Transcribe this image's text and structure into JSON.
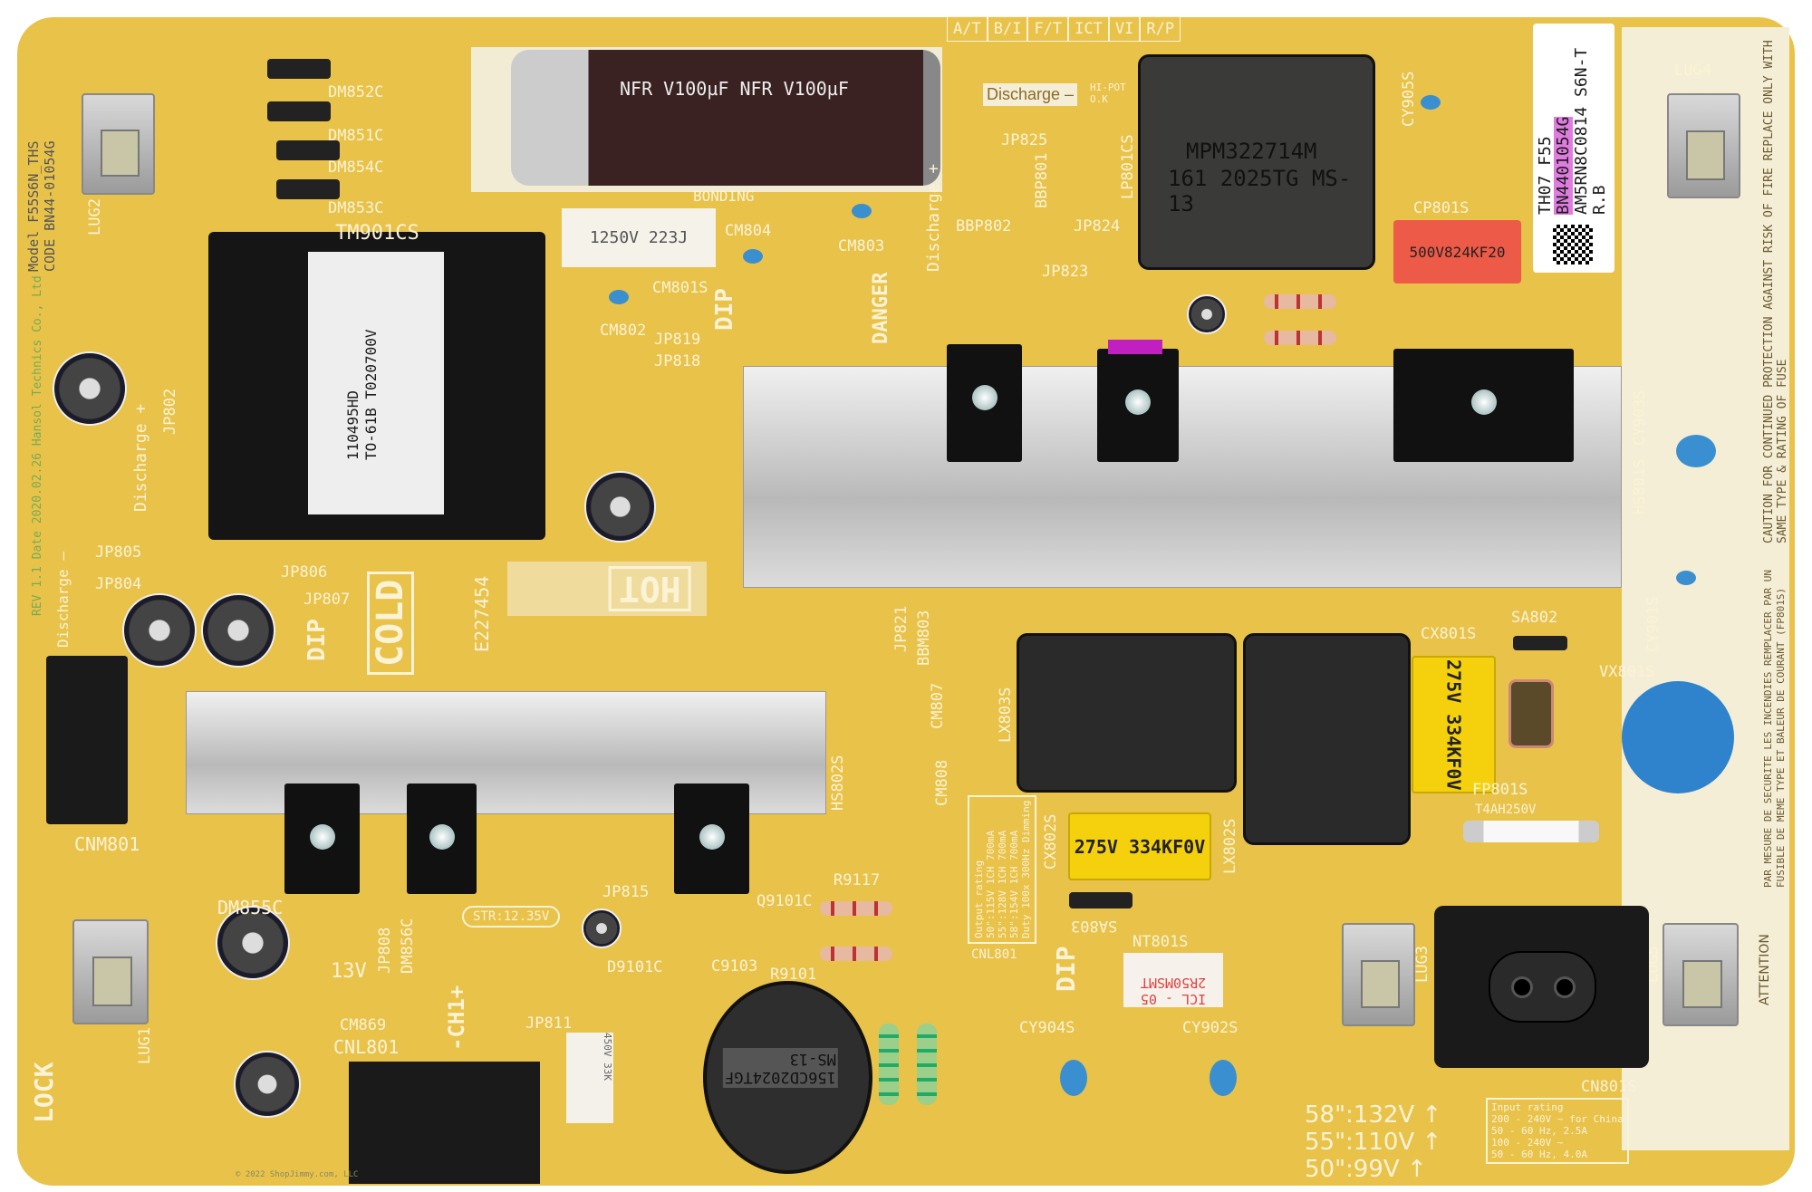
{
  "board": {
    "model_label": "Model",
    "model": "F55S6N_THS",
    "code_label": "CODE",
    "code": "BN44-01054G",
    "rev": "REV 1.1",
    "date": "Date 2020.02.26",
    "maker": "Hansol Technics Co., Ltd"
  },
  "sticker": {
    "line1": "F55",
    "line2": "S6N-T",
    "line3": "TH07",
    "part": "BN4401054G",
    "serial": "AM5RN8C0814",
    "line4": "R.B",
    "part_highlight": "#e07be0"
  },
  "components": {
    "main_cap": [
      "NFR",
      "V100µF",
      "NFR",
      "V100µF"
    ],
    "pfc_inductor": [
      "MPM322714M",
      "161 2025TG MS-13"
    ],
    "transformer": [
      "110495HD",
      "TO-61B T020700V"
    ],
    "output_inductor": [
      "156CD2024TGF",
      "MS-13"
    ],
    "cx801s": "275V 334KF0V",
    "cx802s": "275V 334KF0V",
    "cp801s": "500V824KF20",
    "ntc": [
      "ICL - 05",
      "2R50MSMT"
    ],
    "white_res": "1250V 223J",
    "c9101": "450V 33K"
  },
  "labels": {
    "lug1": "LUG1",
    "lug2": "LUG2",
    "lug3": "LUG3",
    "lug4": "LUG4",
    "lug5": "LUG5",
    "dm852c": "DM852C",
    "dm851c": "DM851C",
    "dm854c": "DM854C",
    "dm853c": "DM853C",
    "tm901cs": "TM901CS",
    "cm804": "CM804",
    "cm803": "CM803",
    "cm801s": "CM801S",
    "cm802": "CM802",
    "jp819": "JP819",
    "jp818": "JP818",
    "jp825": "JP825",
    "jp824": "JP824",
    "jp823": "JP823",
    "bbp801": "BBP801",
    "bbp802": "BBP802",
    "lp801cs": "LP801CS",
    "cy905s": "CY905S",
    "cp801s": "CP801S",
    "jp805": "JP805",
    "jp804": "JP804",
    "jp806": "JP806",
    "jp807": "JP807",
    "jp802": "JP802",
    "cnm801": "CNM801",
    "dm855c": "DM855C",
    "jp808": "JP808",
    "dm856c": "DM856C",
    "jp815": "JP815",
    "r9117": "R9117",
    "q9101c": "Q9101C",
    "c9103": "C9103",
    "r9101": "R9101",
    "d9101c": "D9101C",
    "jp811": "JP811",
    "cnl801": "CNL801",
    "cm869": "CM869",
    "ch1": "-CH1+",
    "lock": "LOCK",
    "bbm803": "BBM803",
    "jp821": "JP821",
    "cm807": "CM807",
    "cm808": "CM808",
    "lx803s": "LX803S",
    "lx802s": "LX802S",
    "cx801s": "CX801S",
    "sa802": "SA802",
    "vx801s": "VX801S",
    "fp801s": "FP801S",
    "fuse": "T4AH250V",
    "cx802s": "CX802S",
    "sa803": "SA803",
    "nt801s": "NT801S",
    "cy904s": "CY904S",
    "cy902s": "CY902S",
    "cn801s": "CN801S",
    "hs802s": "HS802S",
    "hs801s": "HS801S",
    "cy901s": "CY901S",
    "cy903s": "CY903S",
    "hot": "HOT",
    "cold": "COLD",
    "danger": "DANGER",
    "dip": "DIP",
    "ul": "E227454",
    "discharge_minus": "Discharge –",
    "discharge_plus": "Discharge +",
    "hipot": "HI-POT O.K",
    "bonding": "BONDING",
    "attention": "ATTENTION",
    "caution_en": "CAUTION FOR CONTINUED PROTECTION AGAINST RISK OF FIRE REPLACE ONLY WITH SAME TYPE & RATING OF FUSE",
    "caution_fr": "PAR MESURE DE SECURITE LES INCENDIES REMPLACER PAR UN FUSIBLE DE MEME TYPE ET BALEUR DE COURANT (FP801S)",
    "test_cols": [
      "A/T",
      "B/I",
      "F/T",
      "ICT",
      "VI",
      "R/P"
    ],
    "volt_out": "13V",
    "str": "STR:12.35V"
  },
  "output_rating": {
    "title": "Output rating",
    "rows": [
      "50\":115V  1CH 700mA",
      "55\":128V  1CH 700mA",
      "58\":154V  1CH 700mA",
      "Duty 100x 300Hz Dimming"
    ]
  },
  "voltages": [
    "58\":132V ↑",
    "55\":110V ↑",
    "50\":99V ↑"
  ],
  "input_rating": {
    "title": "Input rating",
    "china": [
      "200 - 240V ~ for China",
      "50 - 60 Hz, 2.5A"
    ],
    "general": [
      "100 - 240V ~",
      "50 - 60 Hz, 4.0A"
    ]
  },
  "copyright": "© 2022 ShopJimmy.com, LLC"
}
